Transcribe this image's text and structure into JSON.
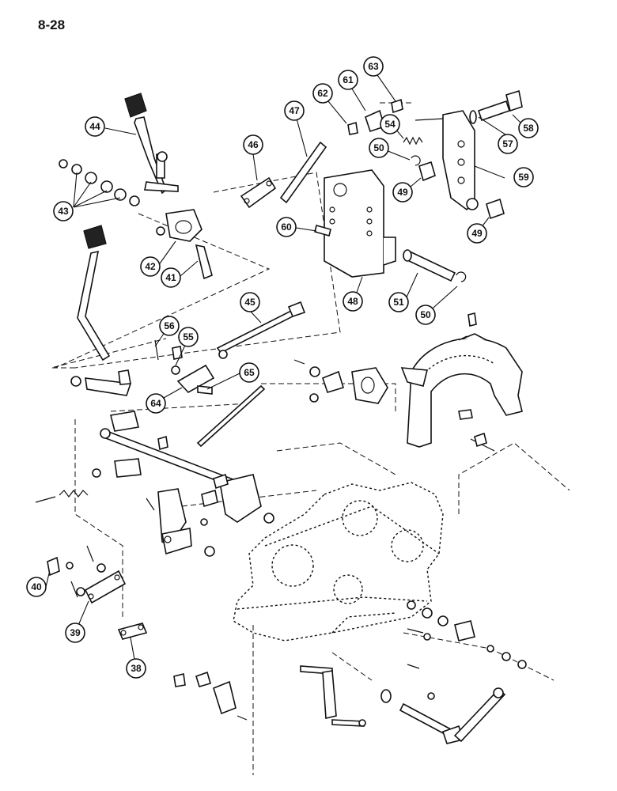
{
  "page_label": "8-28",
  "callouts": [
    "38",
    "39",
    "40",
    "41",
    "42",
    "43",
    "44",
    "45",
    "46",
    "47",
    "48",
    "49",
    "49",
    "50",
    "50",
    "51",
    "54",
    "55",
    "56",
    "57",
    "58",
    "59",
    "60",
    "61",
    "62",
    "63",
    "64",
    "65"
  ]
}
